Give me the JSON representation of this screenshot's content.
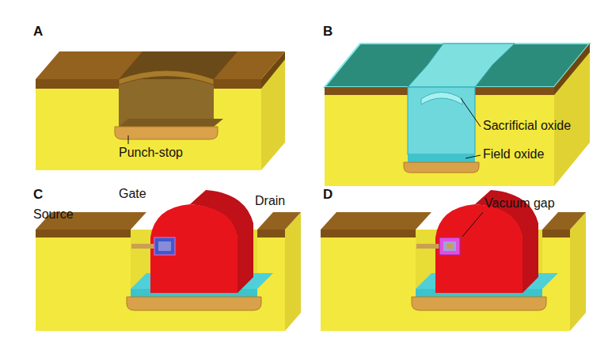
{
  "diagram": {
    "labels": [
      "A",
      "Punch-stop",
      "B",
      "Sacrificial oxide",
      "Field oxide",
      "C",
      "Gate",
      "Drain",
      "Source",
      "D",
      "Vacuum gap"
    ]
  }
}
